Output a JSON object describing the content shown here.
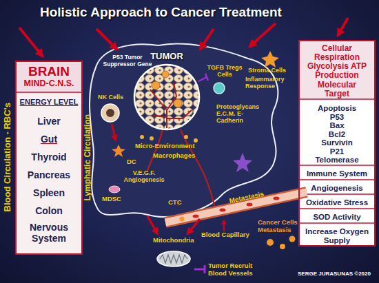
{
  "diagram": {
    "title": "Holistic Approach to Cancer Treatment",
    "nodes": [
      {
        "text": [
          "BRAIN",
          "MIND-C.N.S.",
          "ENERGY LEVEL",
          "Liver",
          "Gut",
          "Thyroid",
          "Pancreas",
          "Spleen",
          "Colon",
          "Nervous System"
        ]
      },
      {
        "text": [
          "TUMOR"
        ]
      },
      {
        "text": [
          "Cellular Respiration Glycolysis ATP Production",
          "Molecular Target",
          "Apoptosis P53 Bax Bcl2 Survivin P21 Telomerase",
          "Immune System",
          "Angiogenesis",
          "Oxidative Stress",
          "SOD Activity",
          "Increase Oxygen Supply"
        ]
      }
    ],
    "labels": [
      "Blood Circulation - RBC's",
      "Lymphatic Circulation",
      "P53 Tumor Suppressor Gene",
      "TGFB Tregs Cells",
      "Stroma Cells",
      "Inflammatory Response",
      "NK Cells",
      "Proteoglycans E.C.M. E-Cadherin",
      "Micro-Environment",
      "Macrophages",
      "DC",
      "V.E.G.F. Angiogenesis",
      "MDSC",
      "CTC",
      "Metastasis",
      "Blood Capillary",
      "Cancer Cells Metastasis",
      "Mitochondria",
      "Tumor Recruit Blood Vessels",
      "SERGE JURASUNAS ©2020"
    ]
  }
}
